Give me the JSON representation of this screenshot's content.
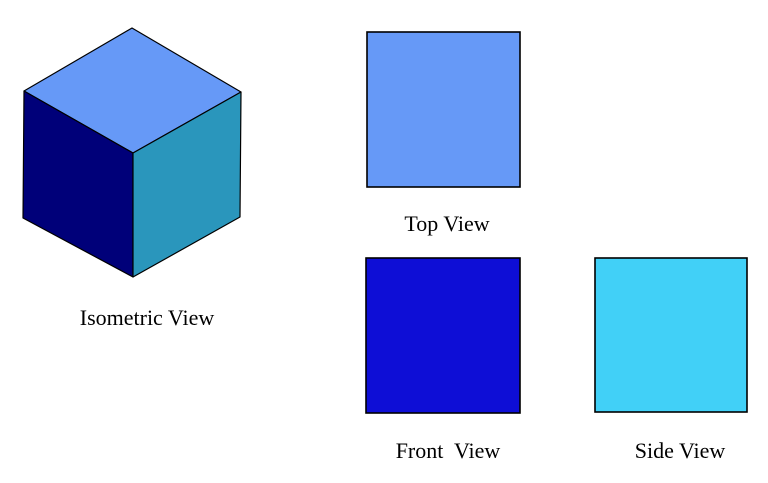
{
  "colors": {
    "background": "#ffffff",
    "edge": "#000000",
    "text": "#000000"
  },
  "isometric": {
    "label": "Isometric View",
    "faces": {
      "top": "#6699f7",
      "left": "#000079",
      "right": "#2a96bc"
    }
  },
  "views": [
    {
      "id": "top",
      "label": "Top View",
      "fill": "#6699f7"
    },
    {
      "id": "front",
      "label": "Front  View",
      "fill": "#0e0ed6"
    },
    {
      "id": "side",
      "label": "Side View",
      "fill": "#41d0f7"
    }
  ]
}
